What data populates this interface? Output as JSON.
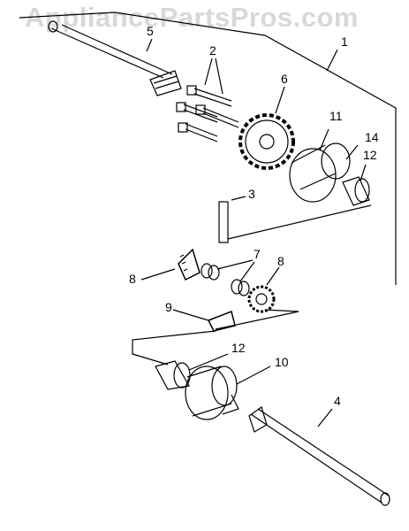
{
  "watermark": "AppliancePartsPros.com",
  "callouts": {
    "c1": "1",
    "c2": "2",
    "c3": "3",
    "c4": "4",
    "c5": "5",
    "c6": "6",
    "c7": "7",
    "c8a": "8",
    "c8b": "8",
    "c9": "9",
    "c10": "10",
    "c11": "11",
    "c12a": "12",
    "c12b": "12",
    "c14": "14"
  }
}
